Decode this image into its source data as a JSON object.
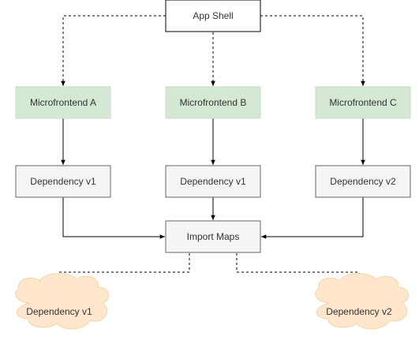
{
  "diagram": {
    "app_shell": {
      "label": "App Shell"
    },
    "microfrontends": [
      {
        "label": "Microfrontend A"
      },
      {
        "label": "Microfrontend B"
      },
      {
        "label": "Microfrontend C"
      }
    ],
    "dependencies": [
      {
        "label": "Dependency v1"
      },
      {
        "label": "Dependency v1"
      },
      {
        "label": "Dependency v2"
      }
    ],
    "import_maps": {
      "label": "Import Maps"
    },
    "resolved": [
      {
        "label": "Dependency v1"
      },
      {
        "label": "Dependency v2"
      }
    ],
    "colors": {
      "microfrontend_fill": "#d5e8d4",
      "microfrontend_stroke": "#c8dbc7",
      "dependency_fill": "#f5f5f5",
      "dependency_stroke": "#666666",
      "app_shell_fill": "#ffffff",
      "app_shell_stroke": "#000000",
      "cloud_fill": "#ffe6cc",
      "cloud_stroke": "#f0d7a8",
      "edge": "#000000"
    }
  }
}
